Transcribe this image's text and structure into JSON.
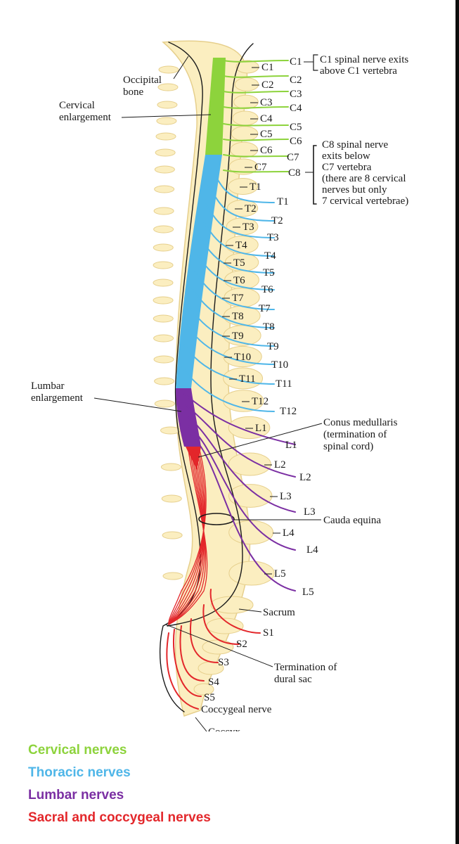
{
  "colors": {
    "cervical": "#8dd33c",
    "thoracic": "#4fb6e8",
    "lumbar": "#7b2fa3",
    "sacral": "#e3272b",
    "bone": "#fbeec0",
    "bone_edge": "#e6cf8c"
  },
  "labels": {
    "occipital_bone": [
      "Occipital",
      "bone"
    ],
    "cervical_enlargement": [
      "Cervical",
      "enlargement"
    ],
    "lumbar_enlargement": [
      "Lumbar",
      "enlargement"
    ],
    "conus_medullaris": [
      "Conus medullaris",
      "(termination of",
      "spinal cord)"
    ],
    "cauda_equina": "Cauda equina",
    "sacrum": "Sacrum",
    "termination_dural_sac": [
      "Termination of",
      "dural sac"
    ],
    "coccygeal_nerve": "Coccygeal nerve",
    "coccyx": "Coccyx",
    "c1_note": [
      "C1 spinal nerve exits",
      "above C1 vertebra"
    ],
    "c8_note": [
      "C8 spinal nerve",
      "exits below",
      "C7 vertebra",
      "(there are 8 cervical",
      "nerves but only",
      "7 cervical vertebrae)"
    ]
  },
  "vertebrae": [
    "C1",
    "C2",
    "C3",
    "C4",
    "C5",
    "C6",
    "C7",
    "T1",
    "T2",
    "T3",
    "T4",
    "T5",
    "T6",
    "T7",
    "T8",
    "T9",
    "T10",
    "T11",
    "T12",
    "L1",
    "L2",
    "L3",
    "L4",
    "L5"
  ],
  "nerves": {
    "cervical": [
      "C1",
      "C2",
      "C3",
      "C4",
      "C5",
      "C6",
      "C7",
      "C8"
    ],
    "thoracic": [
      "T1",
      "T2",
      "T3",
      "T4",
      "T5",
      "T6",
      "T7",
      "T8",
      "T9",
      "T10",
      "T11",
      "T12"
    ],
    "lumbar": [
      "L1",
      "L2",
      "L3",
      "L4",
      "L5"
    ],
    "sacral": [
      "S1",
      "S2",
      "S3",
      "S4",
      "S5"
    ]
  },
  "legend": [
    {
      "label": "Cervical nerves",
      "color": "#8dd33c"
    },
    {
      "label": "Thoracic nerves",
      "color": "#4fb6e8"
    },
    {
      "label": "Lumbar nerves",
      "color": "#7b2fa3"
    },
    {
      "label": "Sacral and coccygeal nerves",
      "color": "#e3272b"
    }
  ]
}
